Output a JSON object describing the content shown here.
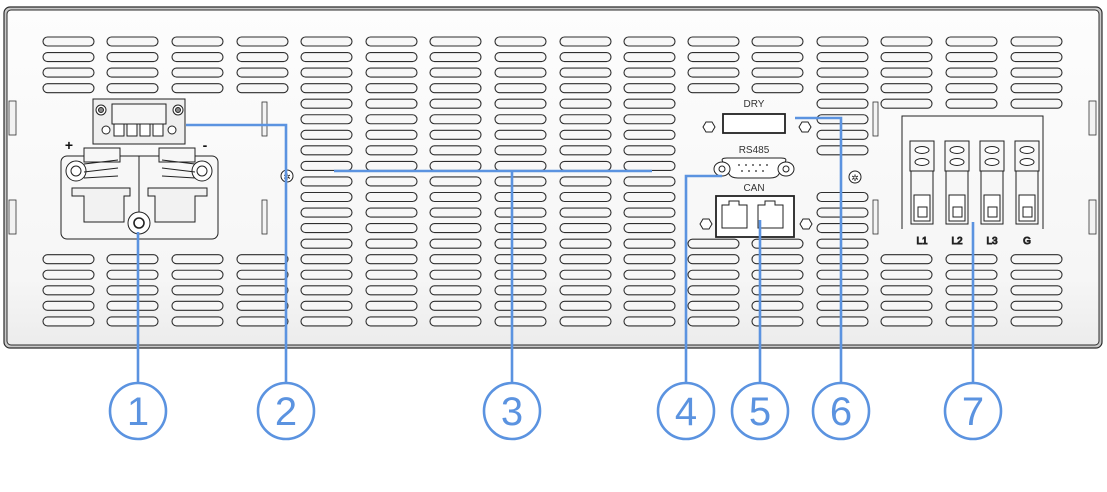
{
  "figure": {
    "description": "Rear panel of inverter with numbered callouts",
    "callout_color": "#5b93e0",
    "panel_stroke": "#2b2b2b"
  },
  "labels": {
    "plus": "+",
    "minus": "-",
    "dry": "DRY",
    "rs485": "RS485",
    "can": "CAN",
    "ac_terminals": [
      "L1",
      "L2",
      "L3",
      "G"
    ]
  },
  "callouts": [
    {
      "number": "1",
      "target": "battery-terminals"
    },
    {
      "number": "2",
      "target": "terminal-block-connector"
    },
    {
      "number": "3",
      "target": "ventilation-grille"
    },
    {
      "number": "4",
      "target": "rs485-port"
    },
    {
      "number": "5",
      "target": "can-port"
    },
    {
      "number": "6",
      "target": "dry-contact-port"
    },
    {
      "number": "7",
      "target": "ac-terminal-block"
    }
  ]
}
